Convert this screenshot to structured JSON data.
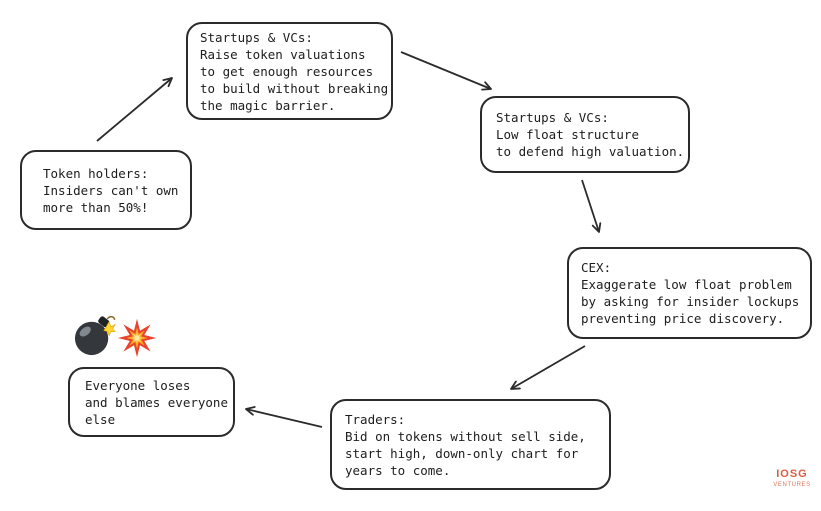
{
  "diagram": {
    "background": "#ffffff",
    "ink_color": "#2b2b2b",
    "text_color": "#1d1d1d"
  },
  "nodes": [
    {
      "id": "token-holders",
      "text": "Token holders:\nInsiders can't own\nmore than 50%!"
    },
    {
      "id": "startups-raise",
      "text": "Startups & VCs:\nRaise token valuations\nto get enough resources\nto build without breaking\nthe magic barrier."
    },
    {
      "id": "startups-low-float",
      "text": "Startups & VCs:\nLow float structure\nto defend high valuation."
    },
    {
      "id": "cex",
      "text": "CEX:\nExaggerate low float problem\nby asking for insider lockups\npreventing price discovery."
    },
    {
      "id": "traders",
      "text": "Traders:\nBid on tokens without sell side,\nstart high, down-only chart for\nyears to come."
    },
    {
      "id": "everyone-loses",
      "text": "Everyone loses\nand blames everyone\nelse"
    }
  ],
  "edges": [
    {
      "from": "token-holders",
      "to": "startups-raise"
    },
    {
      "from": "startups-raise",
      "to": "startups-low-float"
    },
    {
      "from": "startups-low-float",
      "to": "cex"
    },
    {
      "from": "cex",
      "to": "traders"
    },
    {
      "from": "traders",
      "to": "everyone-loses"
    }
  ],
  "icons": [
    {
      "name": "bomb-emoji"
    },
    {
      "name": "collision-emoji"
    }
  ],
  "logo": {
    "line1": "IOSG",
    "line2": "VENTURES",
    "color": "#d85f3f"
  }
}
